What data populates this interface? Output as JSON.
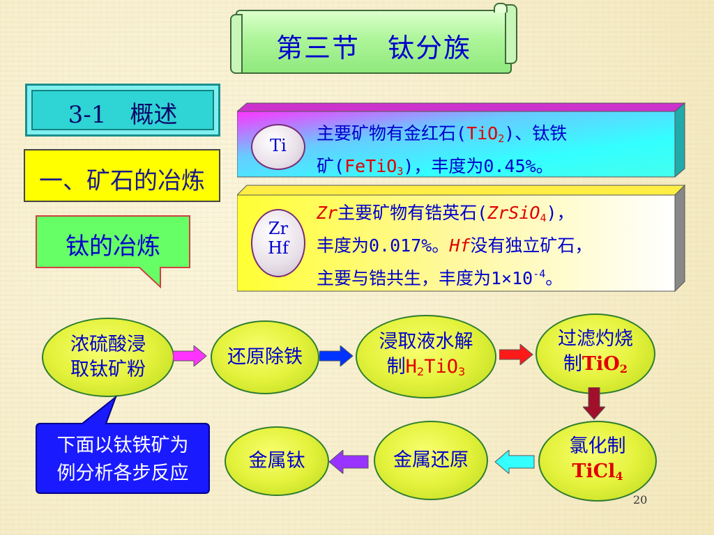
{
  "slide": {
    "title": "第三节　钛分族",
    "section": "3-1　概述",
    "subsection": "一、矿石的冶炼",
    "callout_top": "钛的冶炼",
    "callout_bottom": [
      "下面以钛铁矿为",
      "例分析各步反应"
    ],
    "page_number": "20"
  },
  "ti_panel": {
    "symbol": "Ti",
    "line1_a": "主要矿物有金红石(",
    "line1_formula": "TiO",
    "line1_sub": "2",
    "line1_b": ")、钛铁",
    "line2_a": "矿(",
    "line2_formula": "FeTiO",
    "line2_sub": "3",
    "line2_b": ")，丰度为0.45%。"
  },
  "zr_panel": {
    "symbol1": "Zr",
    "symbol2": "Hf",
    "line1_el": "Zr",
    "line1_a": "主要矿物有锆英石(",
    "line1_formula": "ZrSiO",
    "line1_sub": "4",
    "line1_b": ")，",
    "line2_a": "丰度为0.017%。",
    "line2_el": "Hf",
    "line2_b": "没有独立矿石，",
    "line3_a": "主要与锆共生，丰度为1×10",
    "line3_sup": "-4",
    "line3_b": "。"
  },
  "process": {
    "step1": [
      "浓硫酸浸",
      "取钛矿粉"
    ],
    "step2": "还原除铁",
    "step3_line1": "浸取液水解",
    "step3_pre": "制",
    "step3_f1": "H",
    "step3_s1": "2",
    "step3_f2": "TiO",
    "step3_s2": "3",
    "step4_line1": "过滤灼烧",
    "step4_pre": "制",
    "step4_formula": "TiO",
    "step4_sub": "2",
    "step5_line1": "氯化制",
    "step5_formula": "TiCl",
    "step5_sub": "4",
    "step6": "金属还原",
    "step7": "金属钛"
  },
  "colors": {
    "arrow1": "#ff33ff",
    "arrow2": "#0033ff",
    "arrow3": "#ff1a1a",
    "arrow4": "#a0102a",
    "arrow5": "#33ffff",
    "arrow6": "#9933ff",
    "title_text": "#0000cc",
    "highlight": "#e00000"
  },
  "icons": {
    "scroll": "scroll-banner-icon",
    "arrows": "arrow-right-icon"
  }
}
